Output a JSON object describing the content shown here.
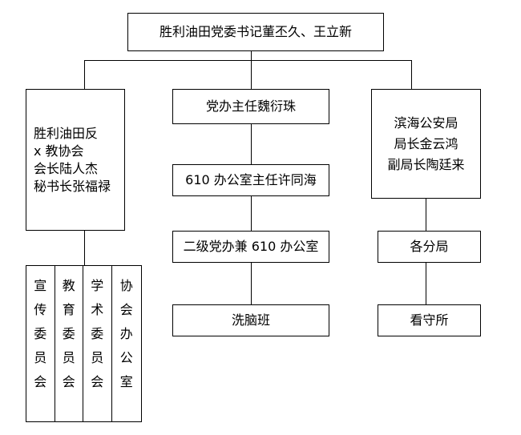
{
  "chart_data": {
    "type": "diagram",
    "title": "胜利油田党委书记董丕久、王立新",
    "orientation": "top-down-org-chart"
  },
  "nodes": {
    "root": {
      "label": "胜利油田党委书记董丕久、王立新"
    },
    "anti_x_association": {
      "lines": [
        "胜利油田反",
        "x 教协会",
        "会长陆人杰",
        "秘书长张福禄"
      ]
    },
    "party_office_director": {
      "label": "党办主任魏衍珠"
    },
    "public_security_bureau": {
      "lines": [
        "滨海公安局",
        "局长金云鸿",
        "副局长陶廷来"
      ]
    },
    "office_610_director": {
      "label": "610 办公室主任许同海"
    },
    "second_level_office": {
      "label": "二级党办兼 610 办公室"
    },
    "sub_bureaus": {
      "label": "各分局"
    },
    "brainwashing_class": {
      "label": "洗脑班"
    },
    "detention_center": {
      "label": "看守所"
    },
    "committees": [
      {
        "name": "propaganda-committee",
        "chars": [
          "宣",
          "传",
          "委",
          "员",
          "会"
        ]
      },
      {
        "name": "education-committee",
        "chars": [
          "教",
          "育",
          "委",
          "员",
          "会"
        ]
      },
      {
        "name": "academic-committee",
        "chars": [
          "学",
          "术",
          "委",
          "员",
          "会"
        ]
      },
      {
        "name": "association-office",
        "chars": [
          "协",
          "会",
          "办",
          "公",
          "室"
        ]
      }
    ]
  },
  "colors": {
    "line": "#000000",
    "background": "#ffffff",
    "text": "#000000"
  }
}
